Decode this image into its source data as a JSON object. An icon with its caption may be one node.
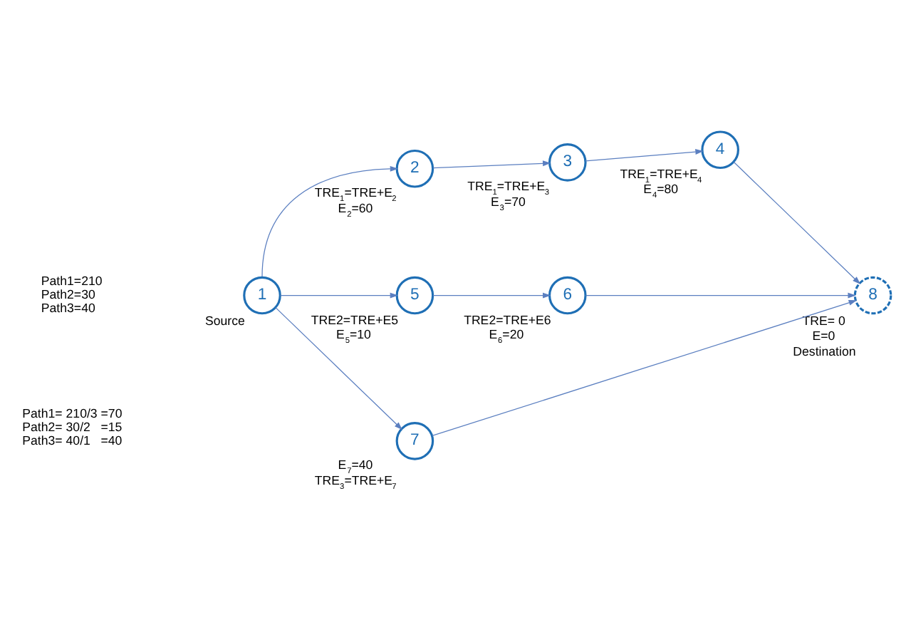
{
  "diagram": {
    "nodes": [
      {
        "text": [
          "1"
        ],
        "beside": [
          "Source"
        ]
      },
      {
        "text": [
          "2"
        ],
        "beside": [
          "TRE$_{1}$=TRE+E$_{2}$",
          "E$_{2}$=60"
        ]
      },
      {
        "text": [
          "3"
        ],
        "beside": [
          "TRE$_{1}$=TRE+E$_{3}$",
          "E$_{3}$=70"
        ]
      },
      {
        "text": [
          "4"
        ],
        "beside": [
          "TRE$_{1}$=TRE+E$_{4}$",
          "E$_{4}$=80"
        ]
      },
      {
        "text": [
          "5"
        ],
        "beside": [
          "TRE2=TRE+E5",
          "E$_{5}$=10"
        ]
      },
      {
        "text": [
          "6"
        ],
        "beside": [
          "TRE2=TRE+E6",
          "E$_{6}$=20"
        ]
      },
      {
        "text": [
          "7"
        ],
        "beside": [
          "E$_{7}$=40",
          "TRE$_{3}$=TRE+E$_{7}$"
        ]
      },
      {
        "text": [
          "8"
        ],
        "beside": [
          "TRE= 0",
          "E=0",
          "Destination"
        ]
      }
    ],
    "edges": [
      {
        "from": 0,
        "to": 1,
        "arrow": "to"
      },
      {
        "from": 1,
        "to": 2,
        "arrow": "to"
      },
      {
        "from": 2,
        "to": 3,
        "arrow": "to"
      },
      {
        "from": 3,
        "to": 7,
        "arrow": "to"
      },
      {
        "from": 0,
        "to": 4,
        "arrow": "to"
      },
      {
        "from": 4,
        "to": 5,
        "arrow": "to"
      },
      {
        "from": 5,
        "to": 7,
        "arrow": "to"
      },
      {
        "from": 0,
        "to": 6,
        "arrow": "to"
      },
      {
        "from": 6,
        "to": 7,
        "arrow": "to"
      }
    ],
    "labels": [
      "Path1=210",
      "Path2=30",
      "Path3=40",
      "Path1= 210/3 =70",
      "Path2= 30/2   =15",
      "Path3= 40/1   =40"
    ]
  }
}
